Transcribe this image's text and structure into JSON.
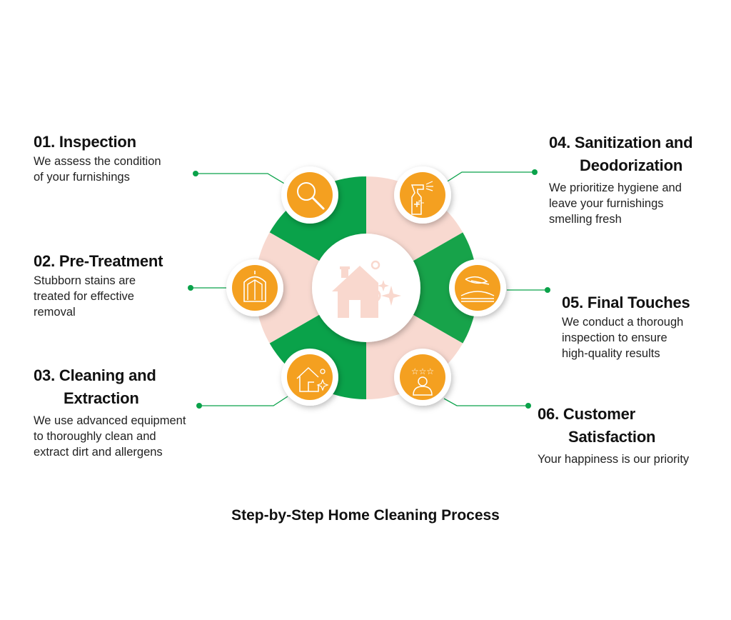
{
  "title": "Step-by-Step Home Cleaning Process",
  "colors": {
    "green": "#0aa24a",
    "pink": "#f8d9d0",
    "orange": "#f4a020",
    "line": "#0aa24a"
  },
  "steps": [
    {
      "title": "01. Inspection",
      "desc": [
        "We assess the condition",
        "of your furnishings"
      ],
      "icon": "magnifier-icon"
    },
    {
      "title": "02. Pre-Treatment",
      "desc": [
        "Stubborn stains are",
        "treated for effective",
        "removal"
      ],
      "icon": "garment-bag-icon"
    },
    {
      "title_lines": [
        "03. Cleaning and",
        "Extraction"
      ],
      "desc": [
        "We use advanced equipment",
        "to thoroughly clean and",
        "extract dirt and allergens"
      ],
      "icon": "clean-house-icon"
    },
    {
      "title_lines": [
        "04. Sanitization and",
        "Deodorization"
      ],
      "desc": [
        "We prioritize hygiene and",
        "leave your furnishings",
        "smelling fresh"
      ],
      "icon": "spray-bottle-icon"
    },
    {
      "title": "05. Final Touches",
      "desc": [
        "We conduct a thorough",
        "inspection to ensure",
        "high-quality results"
      ],
      "icon": "feather-cushion-icon"
    },
    {
      "title_lines": [
        "06. Customer",
        "Satisfaction"
      ],
      "desc": [
        "Your happiness is our priority"
      ],
      "icon": "customer-rating-icon"
    }
  ]
}
